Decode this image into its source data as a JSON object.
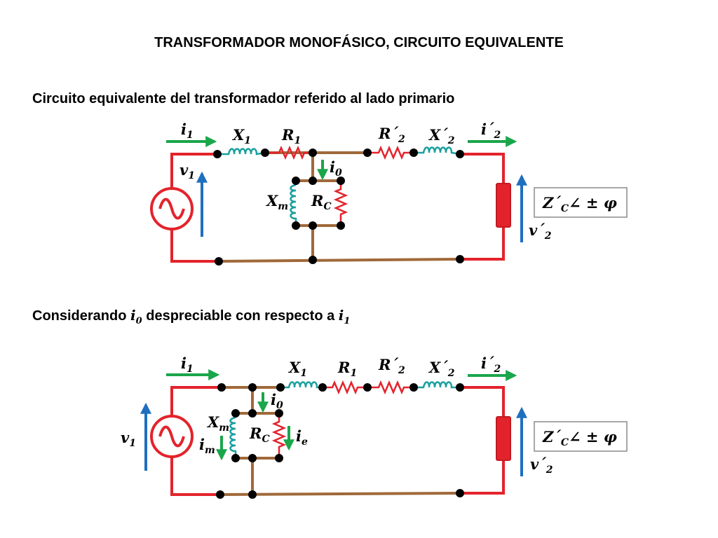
{
  "title": "TRANSFORMADOR MONOFÁSICO, CIRCUITO EQUIVALENTE",
  "section1": {
    "heading": "Circuito equivalente del transformador referido al lado primario"
  },
  "section2": {
    "heading_pre": "Considerando ",
    "heading_mid": " despreciable con respecto a "
  },
  "symbols": {
    "i": "i",
    "v": "v",
    "X": "X",
    "R": "R",
    "prime_i": "i´",
    "prime_v": "v´",
    "prime_R": "R´",
    "prime_X": "X´",
    "prime_Z": "Z´",
    "sub_1": "1",
    "sub_2": "2",
    "sub_0": "0",
    "sub_m": "m",
    "sub_C": "C",
    "sub_e": "e",
    "angle": "∠ ± φ"
  },
  "colors": {
    "source_wire": "#e3232c",
    "core_wire": "#a0693a",
    "resistor": "#e3232c",
    "reactor": "#1ca0a0",
    "current_arrow": "#1aa64a",
    "voltage_arrow": "#1f6fbf",
    "load": "#e3232c"
  }
}
